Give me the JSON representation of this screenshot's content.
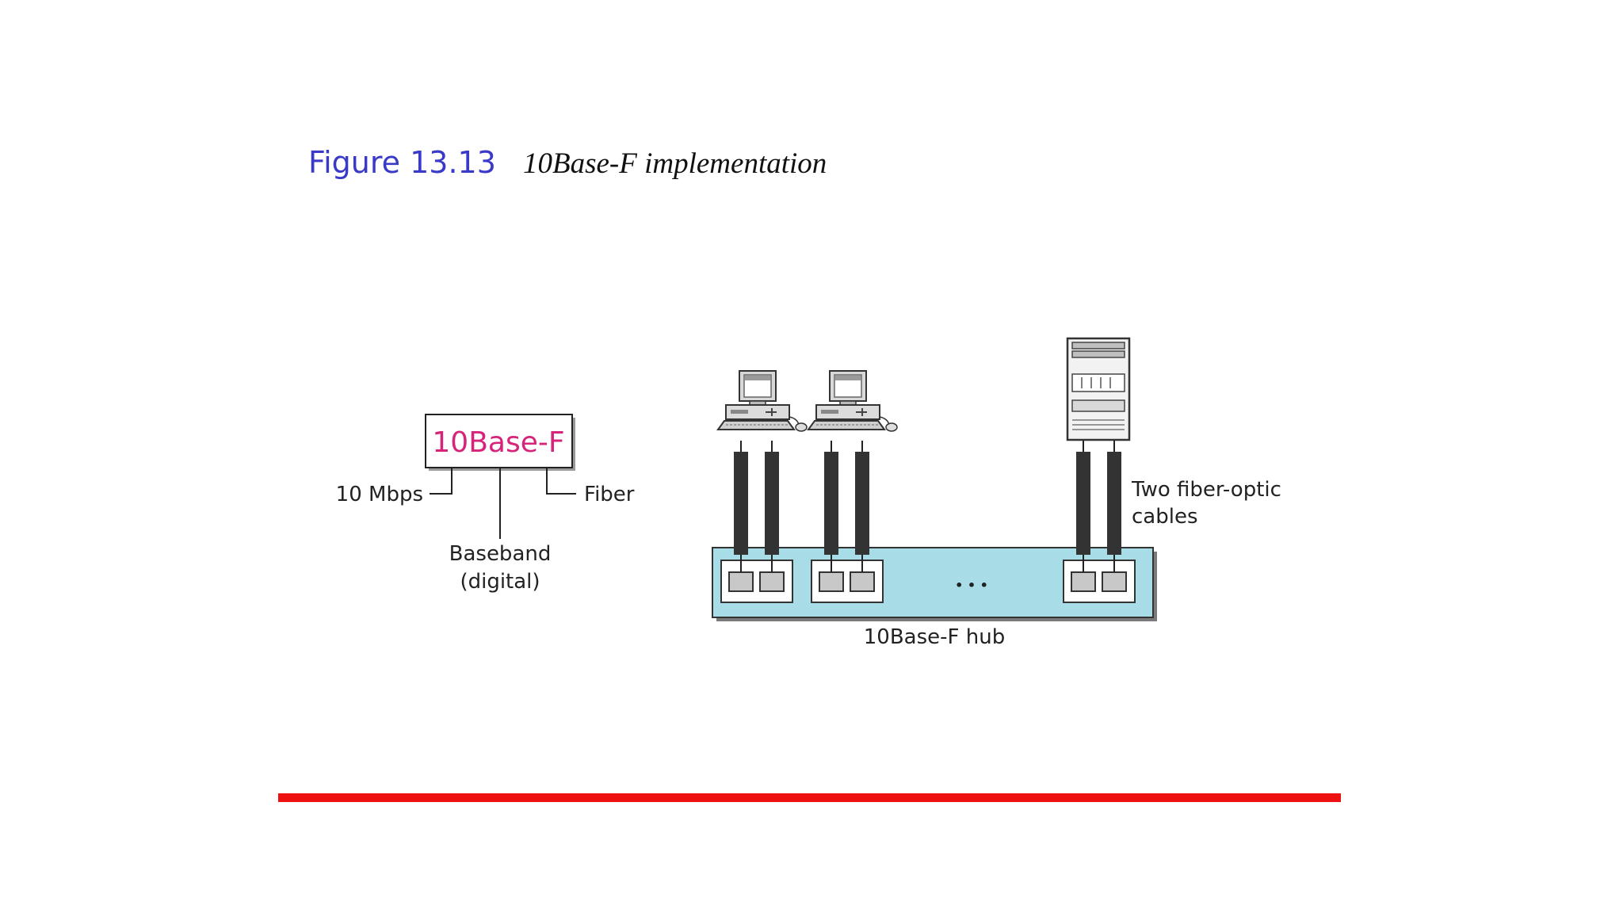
{
  "figure": {
    "label": "Figure 13.13",
    "caption": "10Base-F implementation"
  },
  "naming": {
    "standard": "10Base-F",
    "speed": "10 Mbps",
    "medium": "Fiber",
    "signal_line1": "Baseband",
    "signal_line2": "(digital)"
  },
  "network": {
    "hub_label": "10Base-F  hub",
    "ellipsis": "• • •",
    "cable_note_line1": "Two fiber-optic",
    "cable_note_line2": "cables"
  },
  "colors": {
    "figure_label": "#3a3ac8",
    "standard_name": "#d6247a",
    "hub_fill": "#a8dce6",
    "cable": "#333333",
    "rule": "#ee1111"
  },
  "icons": [
    "computer-icon",
    "computer-icon",
    "server-icon"
  ]
}
